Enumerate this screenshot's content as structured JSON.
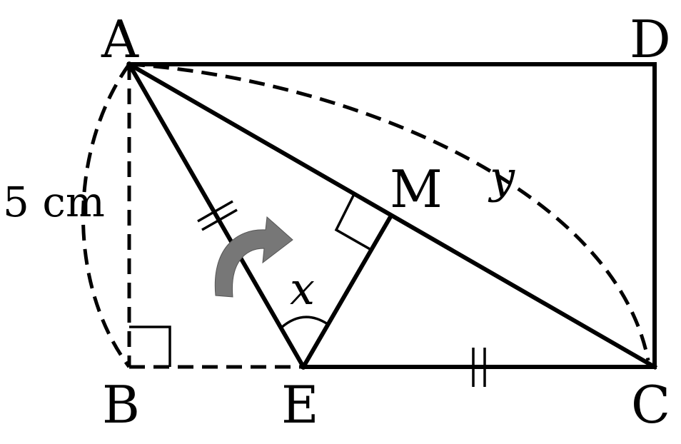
{
  "points": {
    "A": "A",
    "B": "B",
    "C": "C",
    "D": "D",
    "E": "E",
    "M": "M"
  },
  "variables": {
    "x": "x",
    "y": "y"
  },
  "measurements": {
    "side_ab": "5 cm"
  },
  "colors": {
    "line": "#000000",
    "fold_arrow": "#777777"
  }
}
